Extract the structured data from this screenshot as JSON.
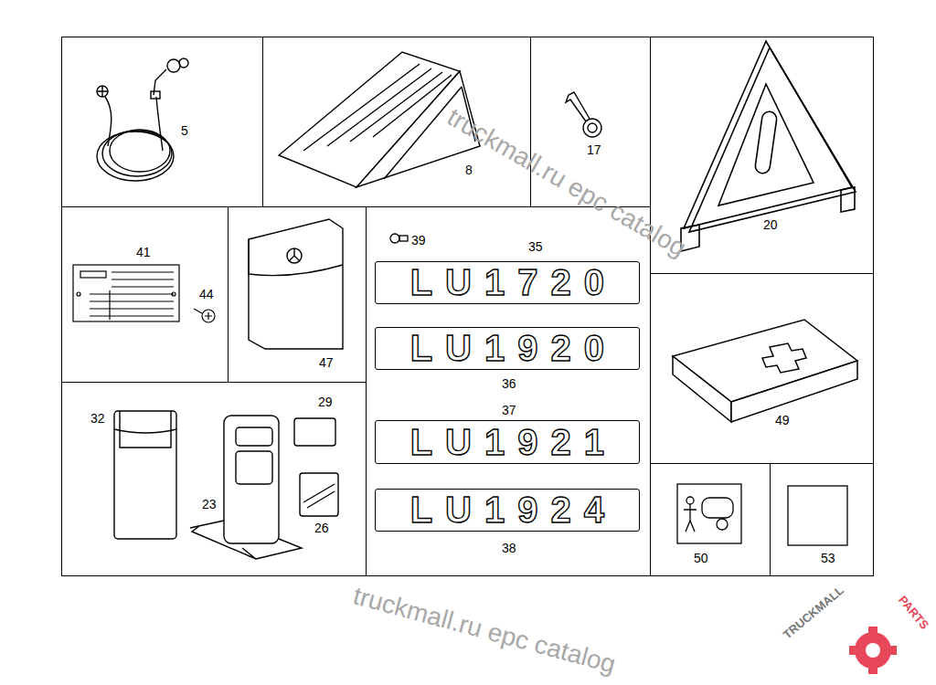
{
  "diagram": {
    "nodes": [
      {
        "text": [
          "5"
        ]
      },
      {
        "text": [
          "8"
        ]
      },
      {
        "text": [
          "17"
        ]
      },
      {
        "text": [
          "20"
        ]
      },
      {
        "text": [
          "41",
          "44"
        ]
      },
      {
        "text": [
          "47"
        ]
      },
      {
        "text": [
          "39",
          "35",
          "36",
          "37",
          "38"
        ]
      },
      {
        "text": [
          "LU1720"
        ],
        "in": 6
      },
      {
        "text": [
          "LU1920"
        ],
        "in": 6
      },
      {
        "text": [
          "LU1921"
        ],
        "in": 6
      },
      {
        "text": [
          "LU1924"
        ],
        "in": 6
      },
      {
        "text": [
          "49"
        ]
      },
      {
        "text": [
          "32",
          "29",
          "23",
          "26"
        ]
      },
      {
        "text": [
          "50"
        ]
      },
      {
        "text": [
          "53"
        ]
      }
    ],
    "labels": [
      "truckmall.ru epc catalog",
      "truckmall.ru epc catalog",
      "TRUCKMALL",
      "PARTS"
    ]
  }
}
